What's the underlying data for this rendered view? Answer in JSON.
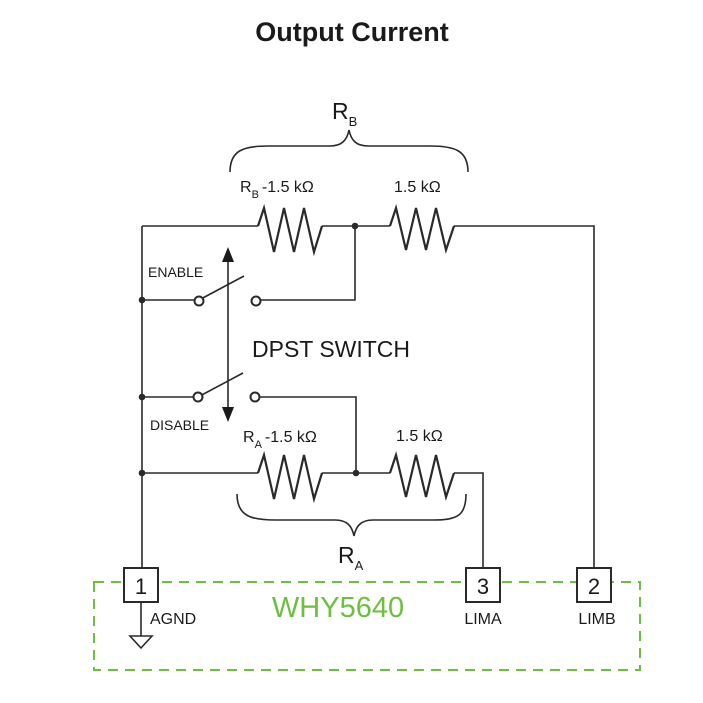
{
  "title": "Output Current",
  "chip_name": "WHY5640",
  "switch_label": "DPST SWITCH",
  "enable_label": "ENABLE",
  "disable_label": "DISABLE",
  "rb": {
    "brace_label_main": "R",
    "brace_label_sub": "B",
    "var_resistor_main": "R",
    "var_resistor_sub": "B",
    "var_resistor_value": "-1.5 kΩ",
    "fixed_resistor_value": "1.5 kΩ"
  },
  "ra": {
    "brace_label_main": "R",
    "brace_label_sub": "A",
    "var_resistor_main": "R",
    "var_resistor_sub": "A",
    "var_resistor_value": "-1.5 kΩ",
    "fixed_resistor_value": "1.5 kΩ"
  },
  "pins": [
    {
      "number": "1",
      "name": "AGND"
    },
    {
      "number": "3",
      "name": "LIMA"
    },
    {
      "number": "2",
      "name": "LIMB"
    }
  ],
  "colors": {
    "chip_outline": "#6dbf3f",
    "wire": "#2a2a2a"
  },
  "icons": {
    "ground": "ground-icon",
    "double_arrow": "double-arrow-icon"
  }
}
